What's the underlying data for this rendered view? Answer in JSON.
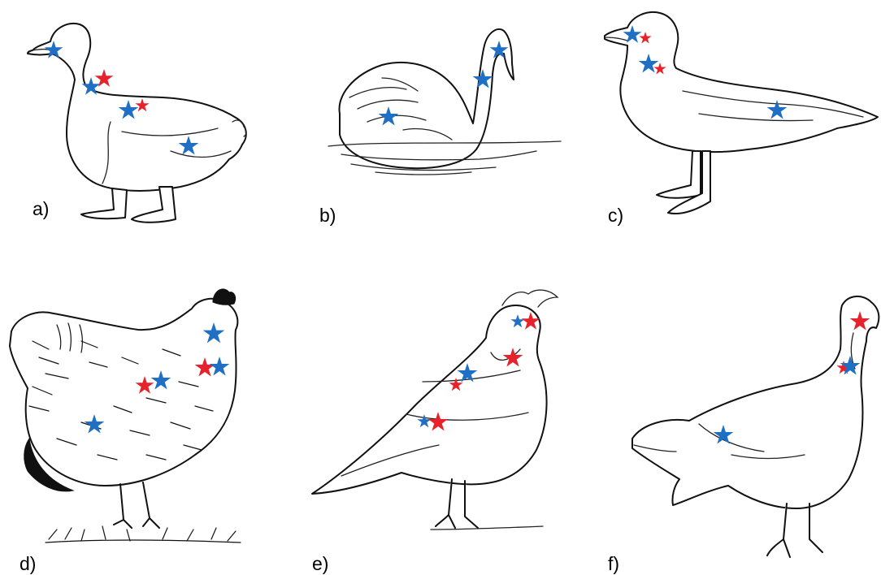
{
  "panels": [
    {
      "id": "a",
      "label": "a)",
      "animal": "duck"
    },
    {
      "id": "b",
      "label": "b)",
      "animal": "swan"
    },
    {
      "id": "c",
      "label": "c)",
      "animal": "gull"
    },
    {
      "id": "d",
      "label": "d)",
      "animal": "hen"
    },
    {
      "id": "e",
      "label": "e)",
      "animal": "quail"
    },
    {
      "id": "f",
      "label": "f)",
      "animal": "turkey"
    }
  ],
  "colors": {
    "blue_star": "#1f6fc5",
    "red_star": "#e8222a",
    "outline": "#111111"
  }
}
